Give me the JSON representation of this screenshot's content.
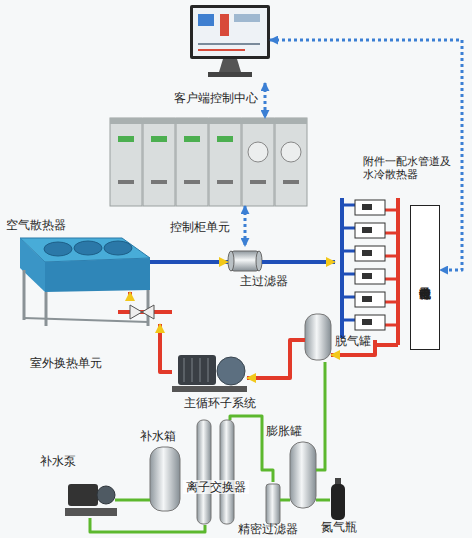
{
  "diagram": {
    "nodes": [
      {
        "text": [
          "客户端控制中心"
        ]
      },
      {
        "text": [
          "控制柜单元"
        ]
      },
      {
        "text": [
          "空气散热器"
        ]
      },
      {
        "text": [
          "主过滤器"
        ]
      },
      {
        "text": [
          "附件一配水管道及 水冷散热器"
        ]
      },
      {
        "text": [
          "被冷却电子电力设备"
        ]
      },
      {
        "text": [
          "室外换热单元"
        ]
      },
      {
        "text": [
          "脱气罐"
        ]
      },
      {
        "text": [
          "主循环子系统"
        ]
      },
      {
        "text": [
          "补水箱"
        ]
      },
      {
        "text": [
          "补水泵"
        ]
      },
      {
        "text": [
          "离子交换器"
        ]
      },
      {
        "text": [
          "膨胀罐"
        ]
      },
      {
        "text": [
          "精密过滤器"
        ]
      },
      {
        "text": [
          "氮气瓶"
        ]
      }
    ],
    "edges": [
      {
        "from": 0,
        "to": 1,
        "arrow": "both"
      },
      {
        "from": 1,
        "to": 3,
        "arrow": "both"
      },
      {
        "from": 0,
        "to": 5,
        "arrow": "both"
      },
      {
        "from": 2,
        "to": 3,
        "arrow": "to"
      },
      {
        "from": 3,
        "to": 4,
        "arrow": "to"
      },
      {
        "from": 4,
        "to": 7,
        "arrow": "to"
      },
      {
        "from": 7,
        "to": 8,
        "arrow": "to"
      },
      {
        "from": 8,
        "to": 6,
        "arrow": "to"
      },
      {
        "from": 6,
        "to": 2,
        "arrow": "to"
      },
      {
        "from": 9,
        "to": 10,
        "arrow": "none"
      },
      {
        "from": 10,
        "to": 11,
        "arrow": "none"
      },
      {
        "from": 11,
        "to": 13,
        "arrow": "none"
      },
      {
        "from": 13,
        "to": 12,
        "arrow": "none"
      },
      {
        "from": 12,
        "to": 7,
        "arrow": "none"
      },
      {
        "from": 14,
        "to": 12,
        "arrow": "none"
      }
    ]
  }
}
